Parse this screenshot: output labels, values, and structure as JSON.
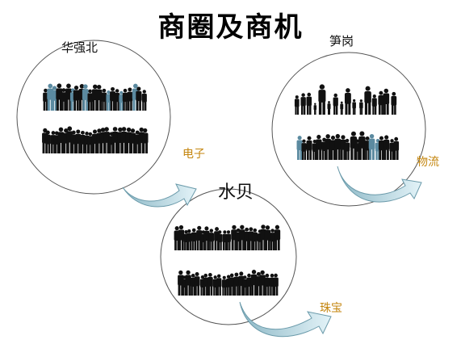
{
  "title": "商圈及商机",
  "areas": [
    {
      "name": "华强北",
      "business": "电子"
    },
    {
      "name": "笋岗",
      "business": "物流"
    },
    {
      "name": "水贝",
      "business": "珠宝"
    }
  ],
  "colors": {
    "circle_stroke": "#555555",
    "arrow_fill": "#bfe0ea",
    "arrow_stroke": "#6a9aaa",
    "silhouette": "#111111",
    "silhouette_blue": "#5b8aa0",
    "business_label": "#c4860f"
  }
}
